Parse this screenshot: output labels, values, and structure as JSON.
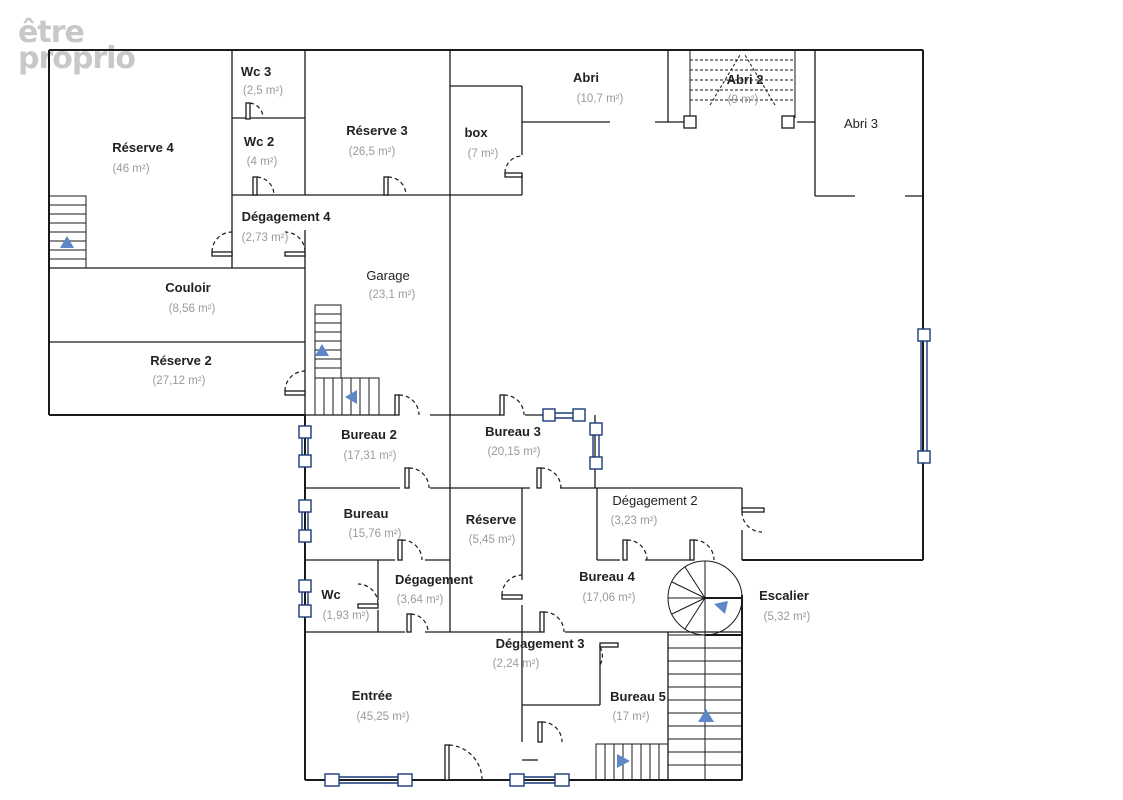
{
  "logo": {
    "line1": "être",
    "line2": "proprio"
  },
  "rooms": {
    "reserve4": {
      "name": "Réserve  4",
      "area": "(46 m²)"
    },
    "wc3": {
      "name": "Wc 3",
      "area": "(2,5 m²)"
    },
    "wc2": {
      "name": "Wc 2",
      "area": "(4 m²)"
    },
    "reserve3": {
      "name": "Réserve  3",
      "area": "(26,5 m²)"
    },
    "box": {
      "name": "box",
      "area": "(7 m²)"
    },
    "abri": {
      "name": "Abri",
      "area": "(10,7 m²)"
    },
    "abri2": {
      "name": "Abri 2",
      "area": "(9 m²)"
    },
    "abri3": {
      "name": "Abri 3",
      "area": ""
    },
    "degagement4": {
      "name": "Dégagement 4",
      "area": "(2,73 m²)"
    },
    "garage": {
      "name": "Garage",
      "area": "(23,1 m²)"
    },
    "couloir": {
      "name": "Couloir",
      "area": "(8,56 m²)"
    },
    "reserve2": {
      "name": "Réserve  2",
      "area": "(27,12 m²)"
    },
    "bureau2": {
      "name": "Bureau 2",
      "area": "(17,31 m²)"
    },
    "bureau3": {
      "name": "Bureau 3",
      "area": "(20,15 m²)"
    },
    "degagement2": {
      "name": "Dégagement 2",
      "area": "(3,23 m²)"
    },
    "bureau": {
      "name": "Bureau",
      "area": "(15,76 m²)"
    },
    "reserve": {
      "name": "Réserve",
      "area": "(5,45 m²)"
    },
    "bureau4": {
      "name": "Bureau 4",
      "area": "(17,06 m²)"
    },
    "escalier": {
      "name": "Escalier",
      "area": "(5,32 m²)"
    },
    "wc": {
      "name": "Wc",
      "area": "(1,93 m²)"
    },
    "degagement": {
      "name": "Dégagement",
      "area": "(3,64 m²)"
    },
    "degagement3": {
      "name": "Dégagement 3",
      "area": "(2,24 m²)"
    },
    "entree": {
      "name": "Entrée",
      "area": "(45,25 m²)"
    },
    "bureau5": {
      "name": "Bureau 5",
      "area": "(17 m²)"
    }
  },
  "colors": {
    "wall": "#1a1a1a",
    "window": "#1a3a7a",
    "stair_arrow": "#5d87c7",
    "area_text": "#9a9a9a",
    "logo": "#c8c8c8"
  }
}
